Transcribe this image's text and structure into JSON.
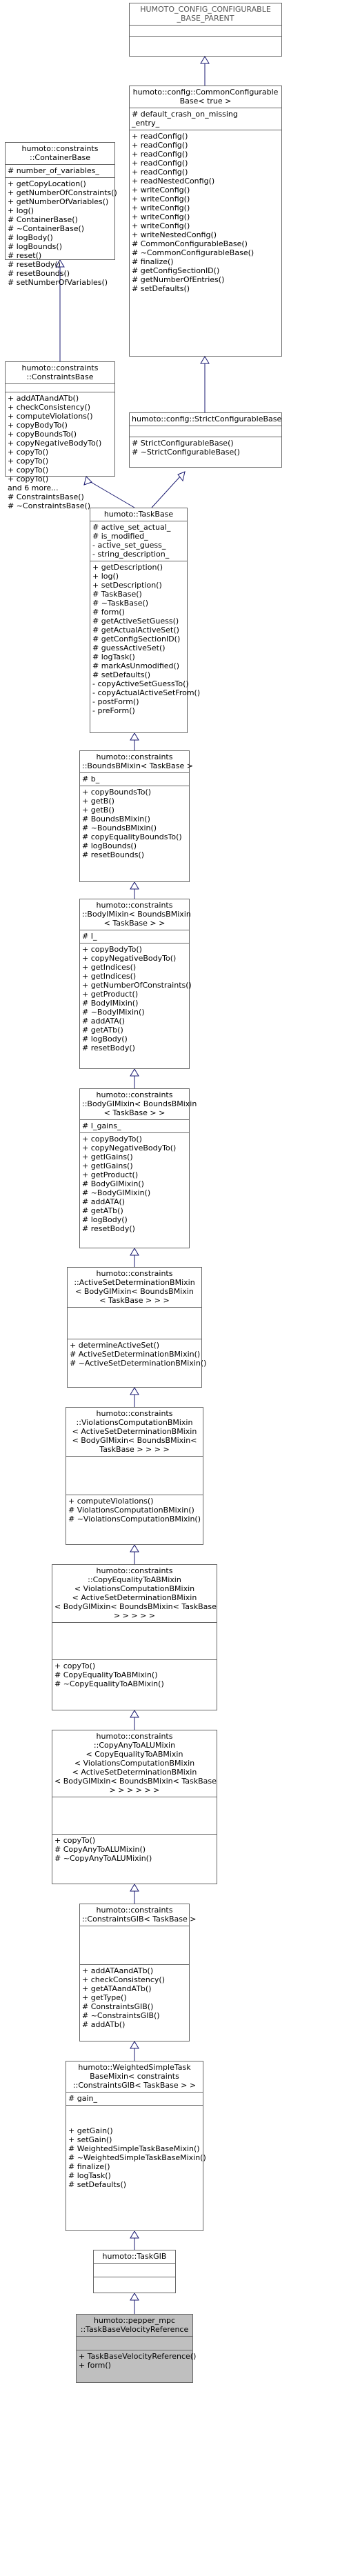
{
  "nodes": {
    "config_parent": {
      "title": [
        "HUMOTO_CONFIG_CONFIGURABLE",
        "_BASE_PARENT"
      ],
      "attributes": [],
      "methods": []
    },
    "common_configurable": {
      "title": [
        "humoto::config::CommonConfigurable",
        "Base< true >"
      ],
      "attributes": [
        "# default_crash_on_missing",
        "_entry_"
      ],
      "methods": [
        "+ readConfig()",
        "+ readConfig()",
        "+ readConfig()",
        "+ readConfig()",
        "+ readConfig()",
        "+ readNestedConfig()",
        "+ writeConfig()",
        "+ writeConfig()",
        "+ writeConfig()",
        "+ writeConfig()",
        "+ writeConfig()",
        "+ writeNestedConfig()",
        "# CommonConfigurableBase()",
        "# ~CommonConfigurableBase()",
        "# finalize()",
        "# getConfigSectionID()",
        "# getNumberOfEntries()",
        "# setDefaults()"
      ]
    },
    "container_base": {
      "title": [
        "humoto::constraints",
        "::ContainerBase"
      ],
      "attributes": [
        "# number_of_variables_"
      ],
      "methods": [
        "+ getCopyLocation()",
        "+ getNumberOfConstraints()",
        "+ getNumberOfVariables()",
        "+ log()",
        "# ContainerBase()",
        "# ~ContainerBase()",
        "# logBody()",
        "# logBounds()",
        "# reset()",
        "# resetBody()",
        "# resetBounds()",
        "# setNumberOfVariables()"
      ]
    },
    "constraints_base": {
      "title": [
        "humoto::constraints",
        "::ConstraintsBase"
      ],
      "attributes": [],
      "methods": [
        "+ addATAandATb()",
        "+ checkConsistency()",
        "+ computeViolations()",
        "+ copyBodyTo()",
        "+ copyBoundsTo()",
        "+ copyNegativeBodyTo()",
        "+ copyTo()",
        "+ copyTo()",
        "+ copyTo()",
        "+ copyTo()",
        "and 6 more...",
        "# ConstraintsBase()",
        "# ~ConstraintsBase()"
      ]
    },
    "strict_configurable": {
      "title": [
        "humoto::config::StrictConfigurableBase"
      ],
      "attributes": [],
      "methods": [
        "# StrictConfigurableBase()",
        "# ~StrictConfigurableBase()"
      ]
    },
    "task_base": {
      "title": [
        "humoto::TaskBase"
      ],
      "attributes": [
        "# active_set_actual_",
        "# is_modified_",
        "- active_set_guess_",
        "- string_description_"
      ],
      "methods": [
        "+ getDescription()",
        "+ log()",
        "+ setDescription()",
        "# TaskBase()",
        "# ~TaskBase()",
        "# form()",
        "# getActiveSetGuess()",
        "# getActualActiveSet()",
        "# getConfigSectionID()",
        "# guessActiveSet()",
        "# logTask()",
        "# markAsUnmodified()",
        "# setDefaults()",
        "- copyActiveSetGuessTo()",
        "- copyActualActiveSetFrom()",
        "- postForm()",
        "- preForm()"
      ]
    },
    "bounds_bmixin": {
      "title": [
        "humoto::constraints",
        "::BoundsBMixin< TaskBase >"
      ],
      "attributes": [
        "# b_"
      ],
      "methods": [
        "+ copyBoundsTo()",
        "+ getB()",
        "+ getB()",
        "# BoundsBMixin()",
        "# ~BoundsBMixin()",
        "# copyEqualityBoundsTo()",
        "# logBounds()",
        "# resetBounds()"
      ]
    },
    "body_imixin": {
      "title": [
        "humoto::constraints",
        "::BodyIMixin< BoundsBMixin",
        "< TaskBase > >"
      ],
      "attributes": [
        "# I_"
      ],
      "methods": [
        "+ copyBodyTo()",
        "+ copyNegativeBodyTo()",
        "+ getIndices()",
        "+ getIndices()",
        "+ getNumberOfConstraints()",
        "+ getProduct()",
        "# BodyIMixin()",
        "# ~BodyIMixin()",
        "# addATA()",
        "# getATb()",
        "# logBody()",
        "# resetBody()"
      ]
    },
    "body_gimixin": {
      "title": [
        "humoto::constraints",
        "::BodyGIMixin< BoundsBMixin",
        "< TaskBase > >"
      ],
      "attributes": [
        "# I_gains_"
      ],
      "methods": [
        "+ copyBodyTo()",
        "+ copyNegativeBodyTo()",
        "+ getIGains()",
        "+ getIGains()",
        "+ getProduct()",
        "# BodyGIMixin()",
        "# ~BodyGIMixin()",
        "# addATA()",
        "# getATb()",
        "# logBody()",
        "# resetBody()"
      ]
    },
    "active_set_det": {
      "title": [
        "humoto::constraints",
        "::ActiveSetDeterminationBMixin",
        "< BodyGIMixin< BoundsBMixin",
        "< TaskBase > > >"
      ],
      "attributes": [],
      "methods": [
        "+ determineActiveSet()",
        "# ActiveSetDeterminationBMixin()",
        "# ~ActiveSetDeterminationBMixin()"
      ]
    },
    "violations_comp": {
      "title": [
        "humoto::constraints",
        "::ViolationsComputationBMixin",
        "< ActiveSetDeterminationBMixin",
        "< BodyGIMixin< BoundsBMixin<",
        "TaskBase > > > >"
      ],
      "attributes": [],
      "methods": [
        "+ computeViolations()",
        "# ViolationsComputationBMixin()",
        "# ~ViolationsComputationBMixin()"
      ]
    },
    "copy_equality": {
      "title": [
        "humoto::constraints",
        "::CopyEqualityToABMixin",
        "< ViolationsComputationBMixin",
        "< ActiveSetDeterminationBMixin",
        "< BodyGIMixin< BoundsBMixin< TaskBase",
        "> > > > >"
      ],
      "attributes": [],
      "methods": [
        "+ copyTo()",
        "# CopyEqualityToABMixin()",
        "# ~CopyEqualityToABMixin()"
      ]
    },
    "copy_any": {
      "title": [
        "humoto::constraints",
        "::CopyAnyToALUMixin",
        "< CopyEqualityToABMixin",
        "< ViolationsComputationBMixin",
        "< ActiveSetDeterminationBMixin",
        "< BodyGIMixin< BoundsBMixin< TaskBase",
        "> > > > > >"
      ],
      "attributes": [],
      "methods": [
        "+ copyTo()",
        "# CopyAnyToALUMixin()",
        "# ~CopyAnyToALUMixin()"
      ]
    },
    "constraints_gib": {
      "title": [
        "humoto::constraints",
        "::ConstraintsGIB< TaskBase >"
      ],
      "attributes": [],
      "methods": [
        "+ addATAandATb()",
        "+ checkConsistency()",
        "+ getATAandATb()",
        "+ getType()",
        "# ConstraintsGIB()",
        "# ~ConstraintsGIB()",
        "# addATb()"
      ]
    },
    "weighted_task": {
      "title": [
        "humoto::WeightedSimpleTask",
        "BaseMixin< constraints",
        "::ConstraintsGIB< TaskBase > >"
      ],
      "attributes": [
        "# gain_"
      ],
      "methods": [
        "+ getGain()",
        "+ setGain()",
        "# WeightedSimpleTaskBaseMixin()",
        "# ~WeightedSimpleTaskBaseMixin()",
        "# finalize()",
        "# logTask()",
        "# setDefaults()"
      ]
    },
    "task_gib": {
      "title": [
        "humoto::TaskGIB"
      ],
      "attributes": [],
      "methods": []
    },
    "task_base_velocity": {
      "title": [
        "humoto::pepper_mpc",
        "::TaskBaseVelocityReference"
      ],
      "attributes": [],
      "methods": [
        "+ TaskBaseVelocityReference()",
        "+ form()"
      ]
    }
  }
}
